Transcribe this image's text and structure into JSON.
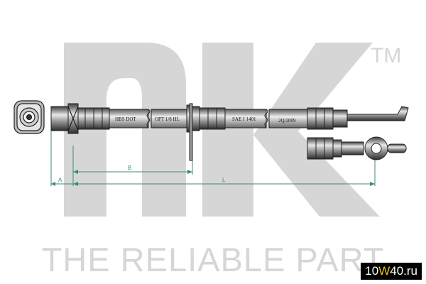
{
  "watermark": {
    "logo_text": "nK",
    "trademark": "TM",
    "tagline": "THE RELIABLE PART",
    "color": "#d6d6d6"
  },
  "hose_labels": {
    "label_1": "HBS DOT",
    "label_2": "OPT 1/8 HL",
    "label_3": "SAE J 1401",
    "label_4": "2Q/2009"
  },
  "dimensions": {
    "a": "A",
    "b": "B",
    "l": "L",
    "line_color": "#3a8a7a"
  },
  "site_badge": {
    "prefix": "10",
    "accent": "W",
    "suffix": "40.ru",
    "accent_color": "#f5c300"
  }
}
